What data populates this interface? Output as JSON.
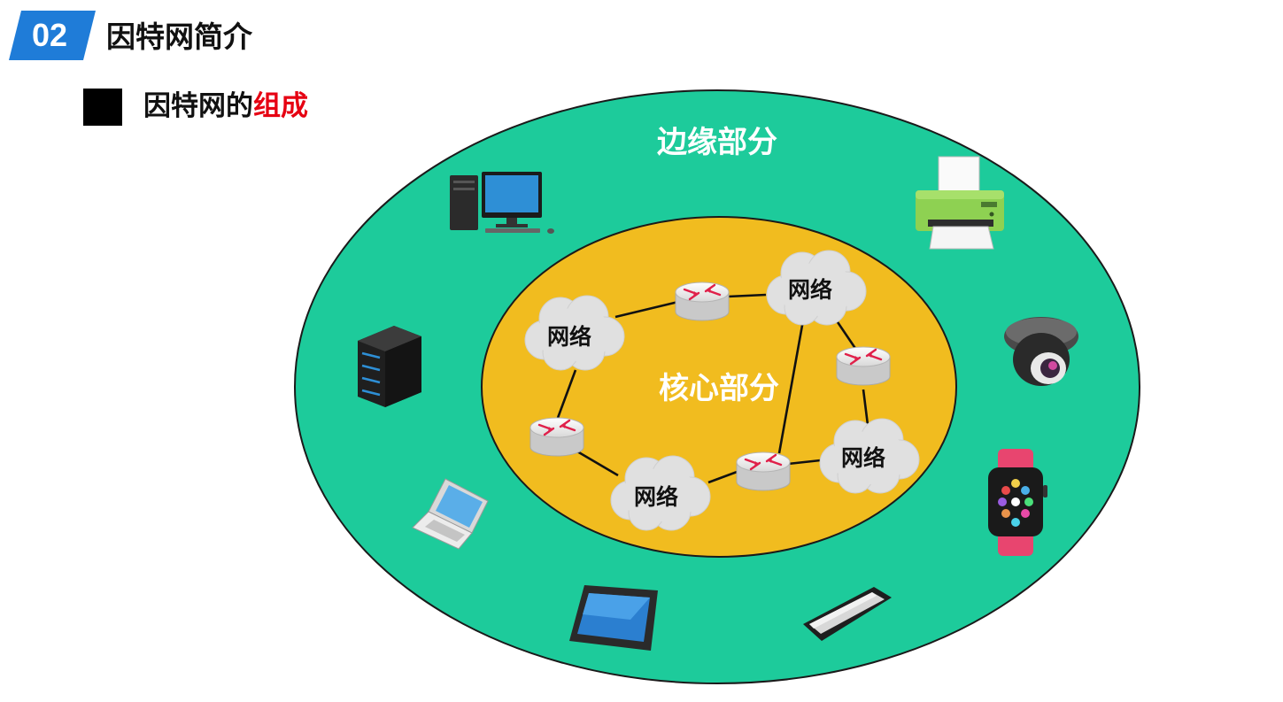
{
  "header": {
    "section_number": "02",
    "section_title": "因特网简介",
    "subtitle_prefix": "因特网的",
    "subtitle_highlight": "组成"
  },
  "diagram": {
    "edge_label": "边缘部分",
    "core_label": "核心部分",
    "network_label": "网络",
    "edge_devices": [
      "desktop-computer",
      "printer",
      "server",
      "security-camera",
      "smartwatch",
      "laptop",
      "tablet",
      "smartphone"
    ]
  },
  "colors": {
    "edge_ring": "#1dcb9b",
    "core": "#f1bc1f",
    "accent_blue": "#1f7cd8",
    "highlight_red": "#e60012"
  }
}
